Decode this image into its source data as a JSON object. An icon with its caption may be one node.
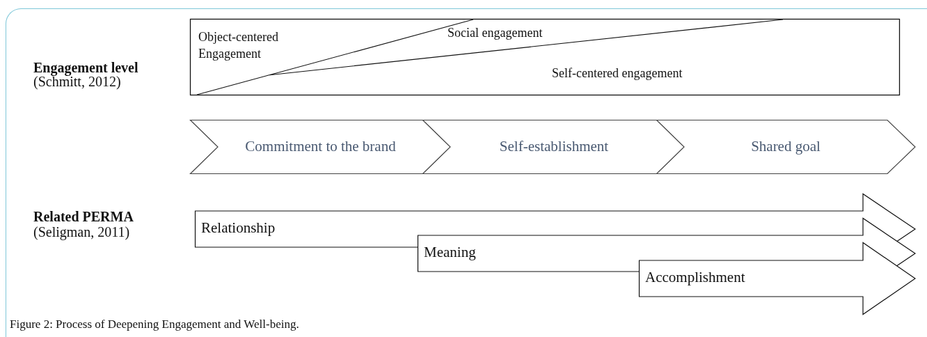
{
  "diagram": {
    "caption": "Figure 2: Process of Deepening Engagement and Well-being.",
    "nodes": [
      {
        "text": [],
        "shape": "box"
      },
      {
        "text": [
          "Object-centered Engagement"
        ],
        "in": 0
      },
      {
        "text": [
          "Social engagement"
        ],
        "in": 0
      },
      {
        "text": [
          "Self-centered engagement"
        ],
        "in": 0
      },
      {
        "text": [
          "Commitment to the brand"
        ]
      },
      {
        "text": [
          "Self-establishment"
        ]
      },
      {
        "text": [
          "Shared goal"
        ]
      },
      {
        "text": [
          "Relationship"
        ]
      },
      {
        "text": [
          "Meaning"
        ]
      },
      {
        "text": [
          "Accomplishment"
        ]
      }
    ],
    "edges": [],
    "labels": [
      "Engagement level",
      "(Schmitt, 2012)",
      "Related PERMA",
      "(Seligman, 2011)"
    ]
  }
}
